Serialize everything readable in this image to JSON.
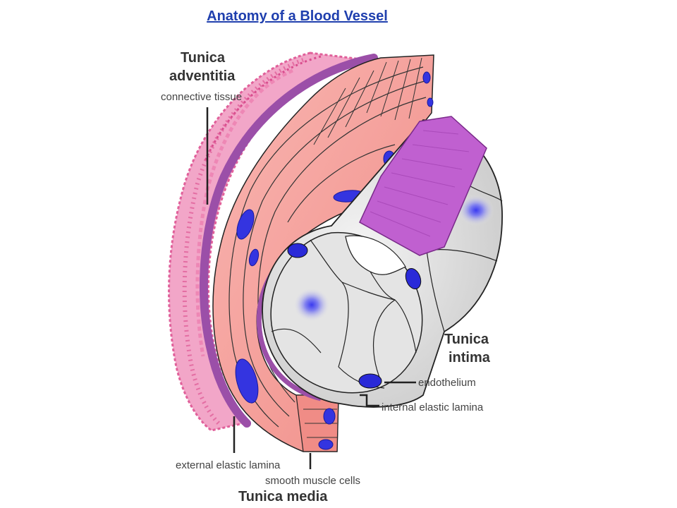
{
  "title": "Anatomy of a Blood Vessel",
  "colors": {
    "title": "#1f3fae",
    "adventitia": "#e0609a",
    "external_lamina": "#9b4fa8",
    "media": "#f4a3a0",
    "media_dark": "#e8706a",
    "intima_lamina": "#c060d0",
    "endothelium": "#e6e6e6",
    "nucleus": "#2a2ad8"
  },
  "labels": {
    "tunica_adventitia_line1": "Tunica",
    "tunica_adventitia_line2": "adventitia",
    "connective_tissue": "connective tissue",
    "tunica_intima_line1": "Tunica",
    "tunica_intima_line2": "intima",
    "endothelium": "endothelium",
    "internal_elastic_lamina": "internal elastic lamina",
    "external_elastic_lamina": "external elastic lamina",
    "smooth_muscle_cells": "smooth muscle cells",
    "tunica_media": "Tunica media"
  }
}
